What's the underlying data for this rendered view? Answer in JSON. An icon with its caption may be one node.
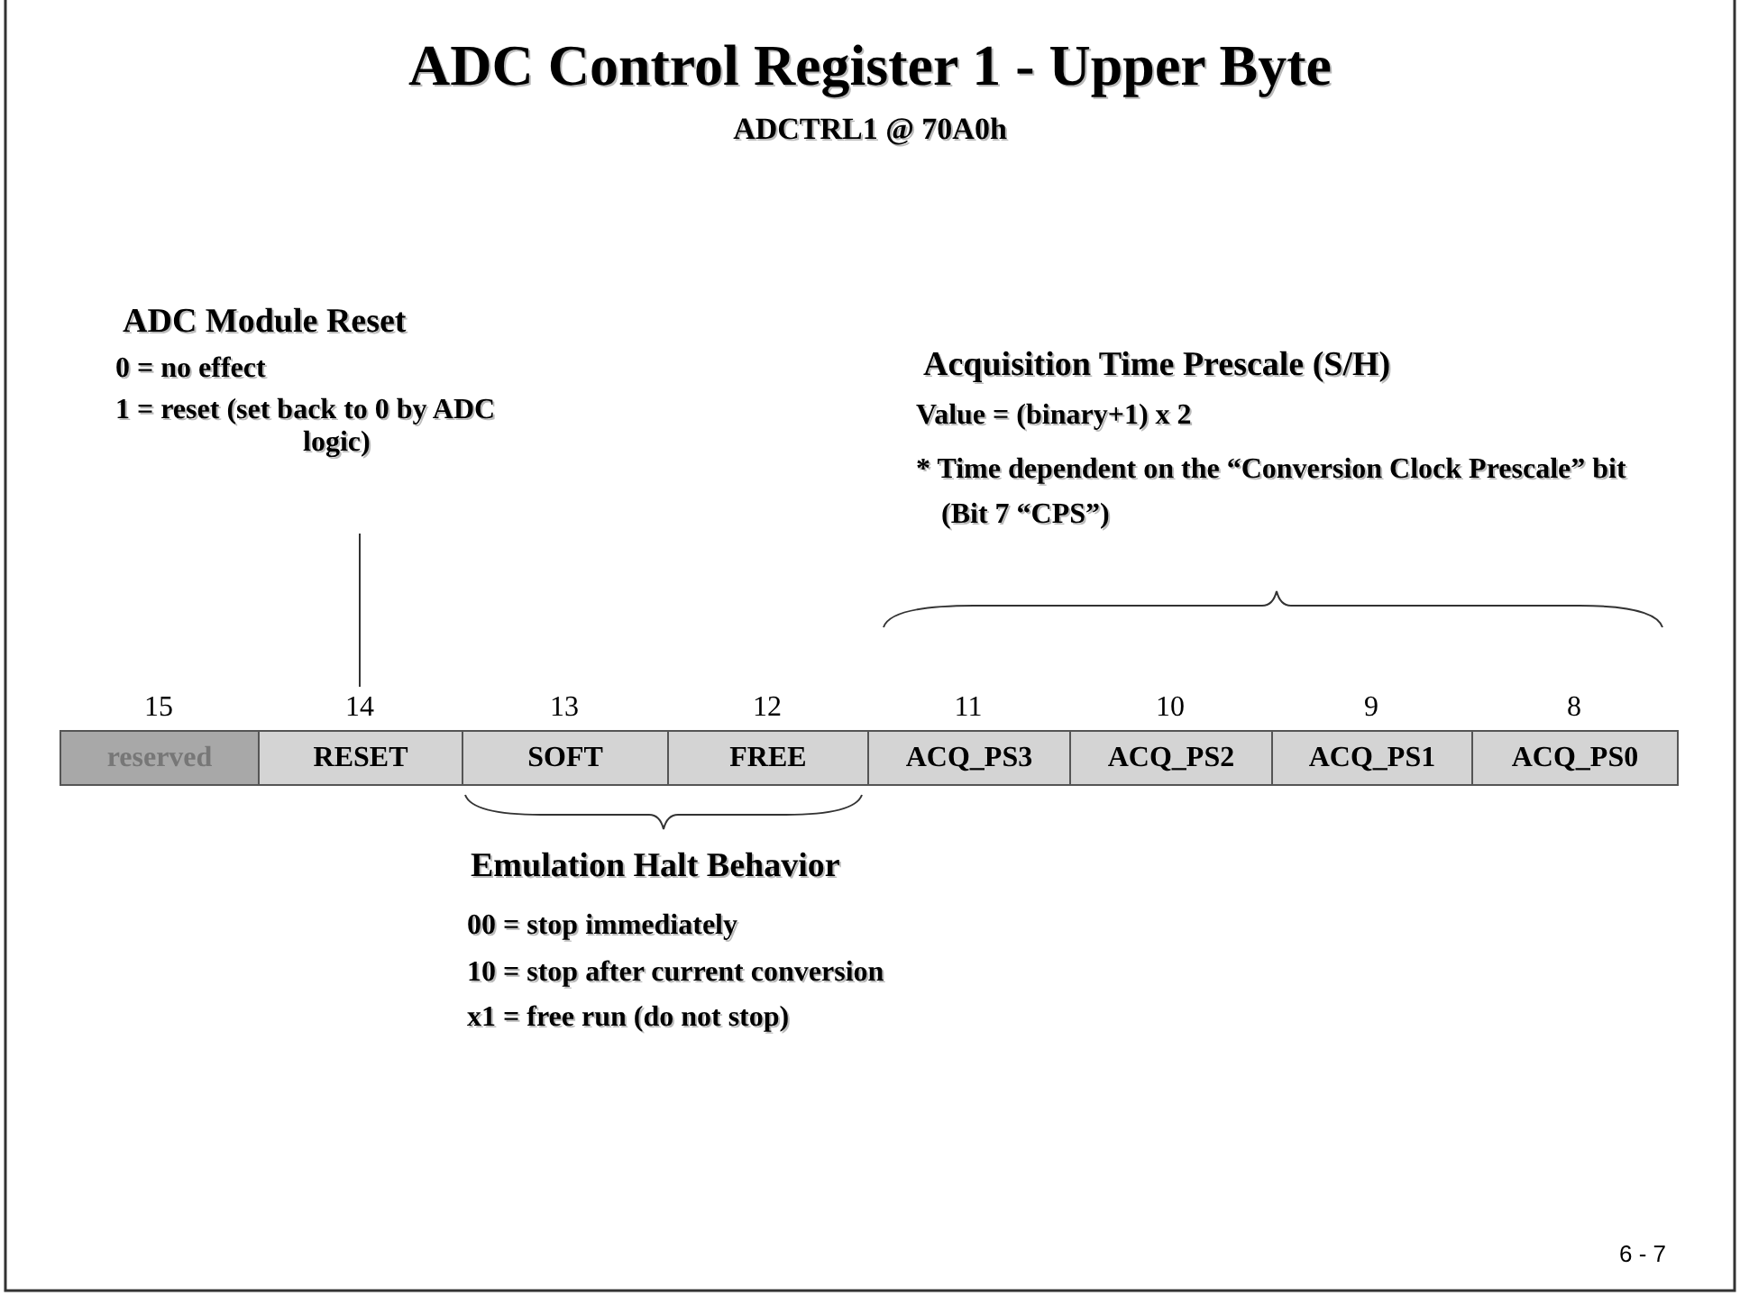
{
  "diagram": {
    "title": "ADC Control Register 1 - Upper Byte",
    "caption": "ADCTRL1 @ 70A0h",
    "nodes": [
      {
        "text": [
          "reserved"
        ],
        "beside": [
          "15"
        ]
      },
      {
        "text": [
          "RESET"
        ],
        "beside": [
          "14"
        ]
      },
      {
        "text": [
          "SOFT"
        ],
        "beside": [
          "13"
        ]
      },
      {
        "text": [
          "FREE"
        ],
        "beside": [
          "12"
        ]
      },
      {
        "text": [
          "ACQ_PS3"
        ],
        "beside": [
          "11"
        ]
      },
      {
        "text": [
          "ACQ_PS2"
        ],
        "beside": [
          "10"
        ]
      },
      {
        "text": [
          "ACQ_PS1"
        ],
        "beside": [
          "9"
        ]
      },
      {
        "text": [
          "ACQ_PS0"
        ],
        "beside": [
          "8"
        ]
      },
      {
        "text": [
          "ADC Module Reset",
          "0 = no effect",
          "1 = reset (set back to 0 by ADC logic)"
        ]
      }
    ],
    "edges": [
      {
        "from": 8,
        "to": 1,
        "arrow": "none"
      }
    ],
    "labels": [
      "Acquisition Time Prescale (S/H)",
      "Value = (binary+1) x 2",
      "* Time dependent on the “Conversion Clock Prescale” bit (Bit 7 “CPS”)",
      "Emulation Halt Behavior",
      "00 = stop immediately",
      "10 = stop after current conversion",
      "x1 = free run (do not stop)",
      "6 - 7"
    ]
  }
}
